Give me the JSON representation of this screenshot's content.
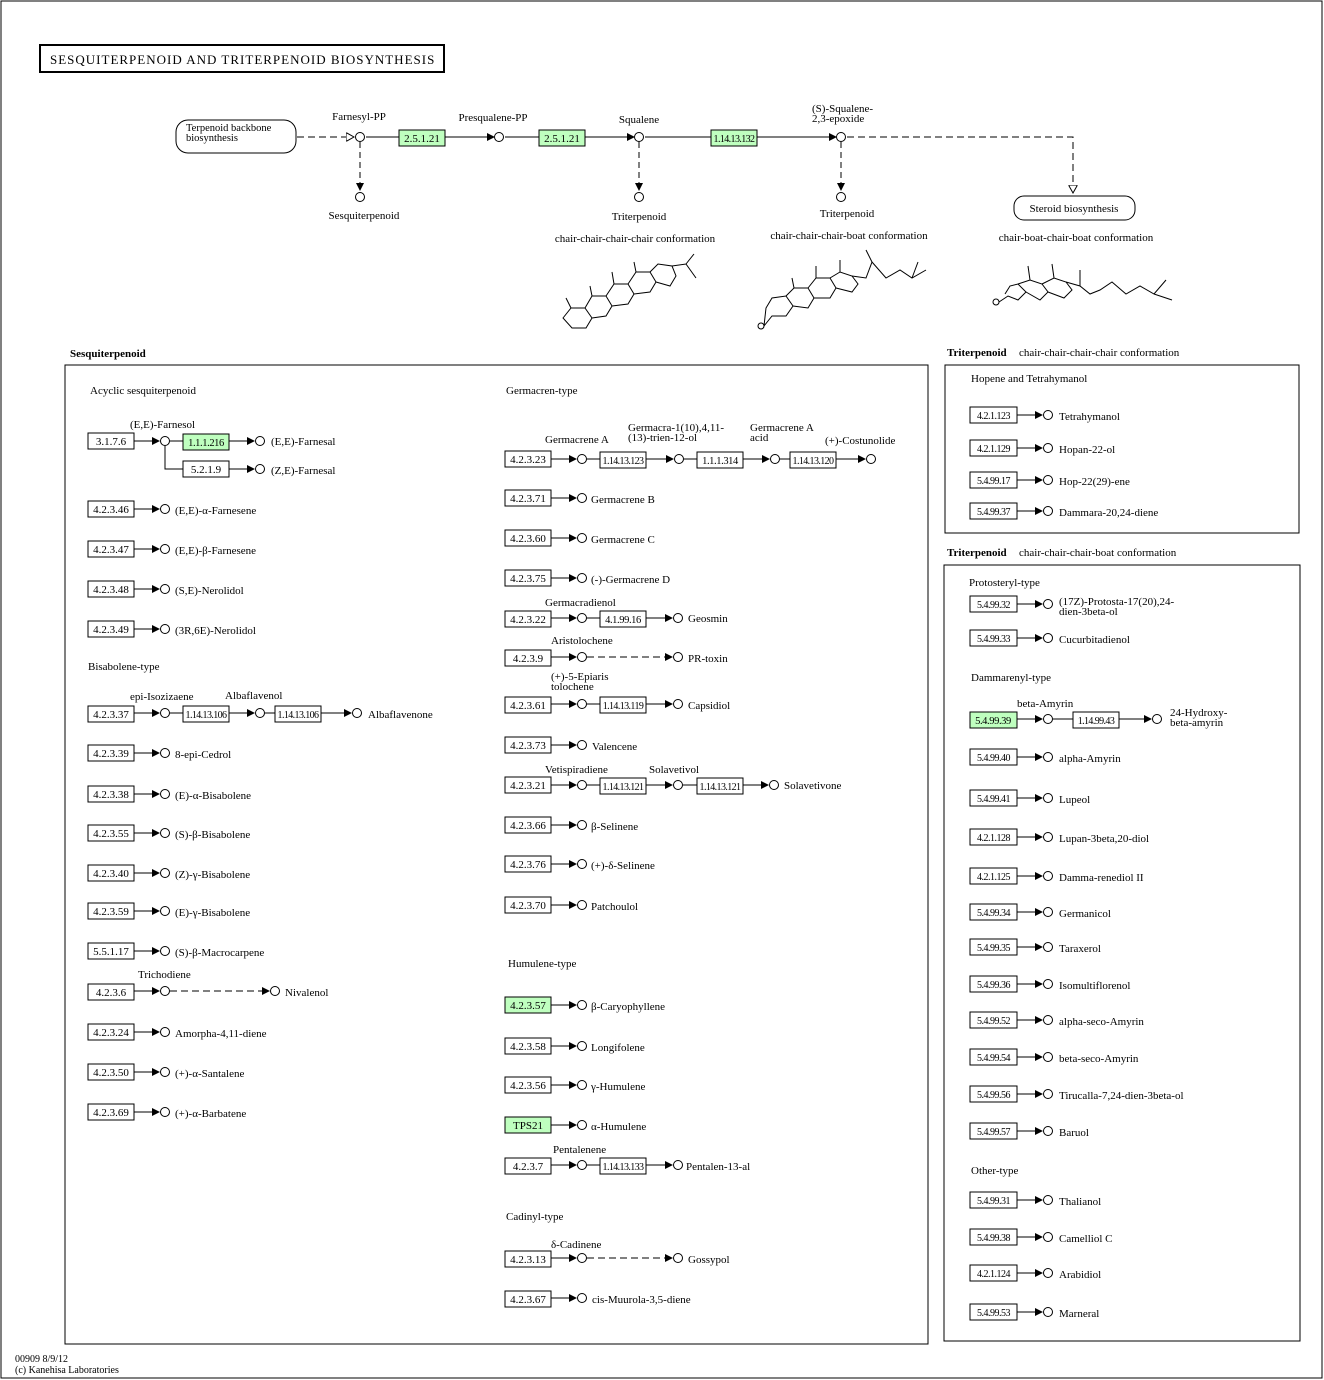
{
  "title": "SESQUITERPENOID AND TRITERPENOID BIOSYNTHESIS",
  "footer": {
    "line1": "00909 8/9/12",
    "line2": "(c) Kanehisa Laboratories"
  },
  "colors": {
    "highlight": "#bfffbf",
    "border": "#000000",
    "background": "#ffffff"
  },
  "top": {
    "backbone": "Terpenoid backbone biosynthesis",
    "steroid": "Steroid biosynthesis",
    "farnesyl_pp": "Farnesyl-PP",
    "presqualene_pp": "Presqualene-PP",
    "squalene": "Squalene",
    "squalene_epoxide": "(S)-Squalene-2,3-epoxide",
    "sesquiterpenoid": "Sesquiterpenoid",
    "triterpenoid_1": "Triterpenoid",
    "triterpenoid_2": "Triterpenoid",
    "conf_cccc": "chair-chair-chair-chair conformation",
    "conf_cccb": "chair-chair-chair-boat conformation",
    "conf_cbcb": "chair-boat-chair-boat conformation",
    "ec_1": "2.5.1.21",
    "ec_2": "2.5.1.21",
    "ec_3": "1.14.13.132"
  },
  "sesqui": {
    "heading": "Sesquiterpenoid",
    "acyclic": {
      "label": "Acyclic sesquiterpenoid",
      "farnesol": "(E,E)-Farnesol",
      "ec_farnesol": "3.1.7.6",
      "ec_farnesal_ee": "1.1.1.216",
      "ec_farnesal_ze": "5.2.1.9",
      "farnesal_ee": "(E,E)-Farnesal",
      "farnesal_ze": "(Z,E)-Farnesal"
    },
    "acyclic_rows": [
      {
        "ec": "4.2.3.46",
        "product": "(E,E)-α-Farnesene"
      },
      {
        "ec": "4.2.3.47",
        "product": "(E,E)-β-Farnesene"
      },
      {
        "ec": "4.2.3.48",
        "product": "(S,E)-Nerolidol"
      },
      {
        "ec": "4.2.3.49",
        "product": "(3R,6E)-Nerolidol"
      }
    ],
    "bisabolene": {
      "label": "Bisabolene-type",
      "ec": "4.2.3.37",
      "epi": "epi-Isozizaene",
      "ec2": "1.14.13.106",
      "albaflavenol": "Albaflavenol",
      "ec3": "1.14.13.106",
      "albaflavenone": "Albaflavenone"
    },
    "bisabolene_rows": [
      {
        "ec": "4.2.3.39",
        "product": "8-epi-Cedrol"
      },
      {
        "ec": "4.2.3.38",
        "product": "(E)-α-Bisabolene"
      },
      {
        "ec": "4.2.3.55",
        "product": "(S)-β-Bisabolene"
      },
      {
        "ec": "4.2.3.40",
        "product": "(Z)-γ-Bisabolene"
      },
      {
        "ec": "4.2.3.59",
        "product": "(E)-γ-Bisabolene"
      },
      {
        "ec": "5.5.1.17",
        "product": "(S)-β-Macrocarpene"
      }
    ],
    "trichodiene": {
      "ec": "4.2.3.6",
      "label": "Trichodiene",
      "product": "Nivalenol"
    },
    "late_rows": [
      {
        "ec": "4.2.3.24",
        "product": "Amorpha-4,11-diene"
      },
      {
        "ec": "4.2.3.50",
        "product": "(+)-α-Santalene"
      },
      {
        "ec": "4.2.3.69",
        "product": "(+)-α-Barbatene"
      }
    ],
    "germacren": {
      "label": "Germacren-type",
      "ec": "4.2.3.23",
      "germacrene_a": "Germacrene A",
      "ec2": "1.14.13.123",
      "trienol": "Germacra-1(10),4,11-(13)-trien-12-ol",
      "ec3": "1.1.1.314",
      "acid": "Germacrene A acid",
      "ec4": "1.14.13.120",
      "costunolide": "(+)-Costunolide"
    },
    "germ_rows_a": [
      {
        "ec": "4.2.3.71",
        "product": "Germacrene B"
      },
      {
        "ec": "4.2.3.60",
        "product": "Germacrene C"
      },
      {
        "ec": "4.2.3.75",
        "product": "(-)-Germacrene D"
      }
    ],
    "geosmin": {
      "ec": "4.2.3.22",
      "label": "Germacradienol",
      "ec2": "4.1.99.16",
      "product": "Geosmin"
    },
    "prtoxin": {
      "ec": "4.2.3.9",
      "label": "Aristolochene",
      "product": "PR-toxin"
    },
    "capsidiol": {
      "ec": "4.2.3.61",
      "label": "(+)-5-Epiaristolochene",
      "ec2": "1.14.13.119",
      "product": "Capsidiol"
    },
    "valencene": {
      "ec": "4.2.3.73",
      "product": "Valencene"
    },
    "solavetivone": {
      "ec": "4.2.3.21",
      "label1": "Vetispiradiene",
      "ec2": "1.14.13.121",
      "label2": "Solavetivol",
      "ec3": "1.14.13.121",
      "product": "Solavetivone"
    },
    "germ_rows_b": [
      {
        "ec": "4.2.3.66",
        "product": "β-Selinene"
      },
      {
        "ec": "4.2.3.76",
        "product": "(+)-δ-Selinene"
      },
      {
        "ec": "4.2.3.70",
        "product": "Patchoulol"
      }
    ],
    "humulene": {
      "label": "Humulene-type",
      "rows": [
        {
          "ec": "4.2.3.57",
          "product": "β-Caryophyllene",
          "highlight": true
        },
        {
          "ec": "4.2.3.58",
          "product": "Longifolene",
          "highlight": false
        },
        {
          "ec": "4.2.3.56",
          "product": "γ-Humulene",
          "highlight": false
        },
        {
          "ec": "TPS21",
          "product": "α-Humulene",
          "highlight": true
        }
      ],
      "pentalenene": {
        "ec": "4.2.3.7",
        "label": "Pentalenene",
        "ec2": "1.14.13.133",
        "product": "Pentalen-13-al"
      }
    },
    "cadinyl": {
      "label": "Cadinyl-type",
      "gossypol": {
        "ec": "4.2.3.13",
        "label": "δ-Cadinene",
        "product": "Gossypol"
      },
      "muurola": {
        "ec": "4.2.3.67",
        "product": "cis-Muurola-3,5-diene"
      }
    }
  },
  "tri1": {
    "heading": "Triterpenoid",
    "subheading": "chair-chair-chair-chair conformation",
    "group": "Hopene and Tetrahymanol",
    "rows": [
      {
        "ec": "4.2.1.123",
        "product": "Tetrahymanol"
      },
      {
        "ec": "4.2.1.129",
        "product": "Hopan-22-ol"
      },
      {
        "ec": "5.4.99.17",
        "product": "Hop-22(29)-ene"
      },
      {
        "ec": "5.4.99.37",
        "product": "Dammara-20,24-diene"
      }
    ]
  },
  "tri2": {
    "heading": "Triterpenoid",
    "subheading": "chair-chair-chair-boat conformation",
    "protosteryl": {
      "label": "Protosteryl-type",
      "rows": [
        {
          "ec": "5.4.99.32",
          "product": "(17Z)-Protosta-17(20),24-dien-3beta-ol"
        },
        {
          "ec": "5.4.99.33",
          "product": "Cucurbitadienol"
        }
      ]
    },
    "dammarenyl": {
      "label": "Dammarenyl-type",
      "amyrin": {
        "ec": "5.4.99.39",
        "label": "beta-Amyrin",
        "ec2": "1.14.99.43",
        "product": "24-Hydroxy-beta-amyrin"
      },
      "rows": [
        {
          "ec": "5.4.99.40",
          "product": "alpha-Amyrin"
        },
        {
          "ec": "5.4.99.41",
          "product": "Lupeol"
        },
        {
          "ec": "4.2.1.128",
          "product": "Lupan-3beta,20-diol"
        },
        {
          "ec": "4.2.1.125",
          "product": "Damma-renediol II"
        },
        {
          "ec": "5.4.99.34",
          "product": "Germanicol"
        },
        {
          "ec": "5.4.99.35",
          "product": "Taraxerol"
        },
        {
          "ec": "5.4.99.36",
          "product": "Isomultiflorenol"
        },
        {
          "ec": "5.4.99.52",
          "product": "alpha-seco-Amyrin"
        },
        {
          "ec": "5.4.99.54",
          "product": "beta-seco-Amyrin"
        },
        {
          "ec": "5.4.99.56",
          "product": "Tirucalla-7,24-dien-3beta-ol"
        },
        {
          "ec": "5.4.99.57",
          "product": "Baruol"
        }
      ]
    },
    "other": {
      "label": "Other-type",
      "rows": [
        {
          "ec": "5.4.99.31",
          "product": "Thalianol"
        },
        {
          "ec": "5.4.99.38",
          "product": "Camelliol C"
        },
        {
          "ec": "4.2.1.124",
          "product": "Arabidiol"
        },
        {
          "ec": "5.4.99.53",
          "product": "Marneral"
        }
      ]
    }
  }
}
